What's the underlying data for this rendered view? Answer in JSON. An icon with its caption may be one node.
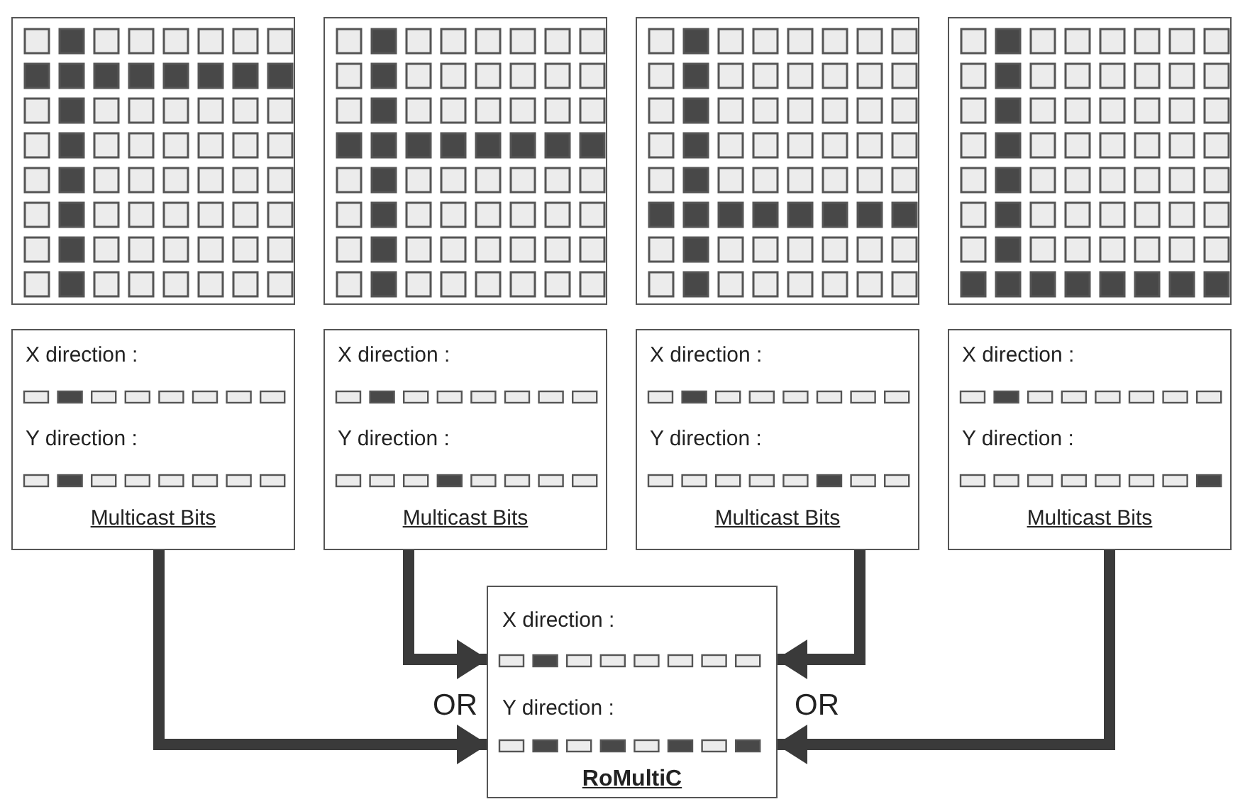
{
  "diagram": {
    "nodes": [
      {
        "text": [],
        "shape": "box"
      },
      {
        "text": [],
        "shape": "box"
      },
      {
        "text": [],
        "shape": "box"
      },
      {
        "text": [],
        "shape": "box"
      },
      {
        "text": [
          "X direction :",
          "Y direction :",
          "Multicast Bits"
        ]
      },
      {
        "text": [
          "X direction :",
          "Y direction :",
          "Multicast Bits"
        ]
      },
      {
        "text": [
          "X direction :",
          "Y direction :",
          "Multicast Bits"
        ]
      },
      {
        "text": [
          "X direction :",
          "Y direction :",
          "Multicast Bits"
        ]
      },
      {
        "text": [
          "X direction :",
          "Y direction :",
          "RoMultiC"
        ]
      }
    ],
    "edges": [
      {
        "from": 4,
        "to": 8,
        "arrow": "to"
      },
      {
        "from": 5,
        "to": 8,
        "arrow": "to"
      },
      {
        "from": 6,
        "to": 8,
        "arrow": "to"
      },
      {
        "from": 7,
        "to": 8,
        "arrow": "to"
      }
    ],
    "labels": [
      "OR",
      "OR"
    ]
  }
}
